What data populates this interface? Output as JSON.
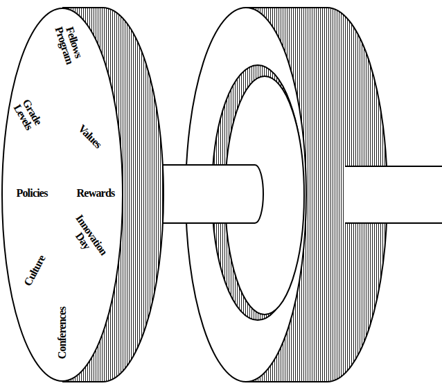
{
  "diagram": {
    "nodes": [
      {
        "text": [
          "Fellows Program",
          "Grade Levels",
          "Values",
          "Policies",
          "Rewards",
          "Innovation Day",
          "Culture",
          "Conferences"
        ]
      }
    ]
  }
}
